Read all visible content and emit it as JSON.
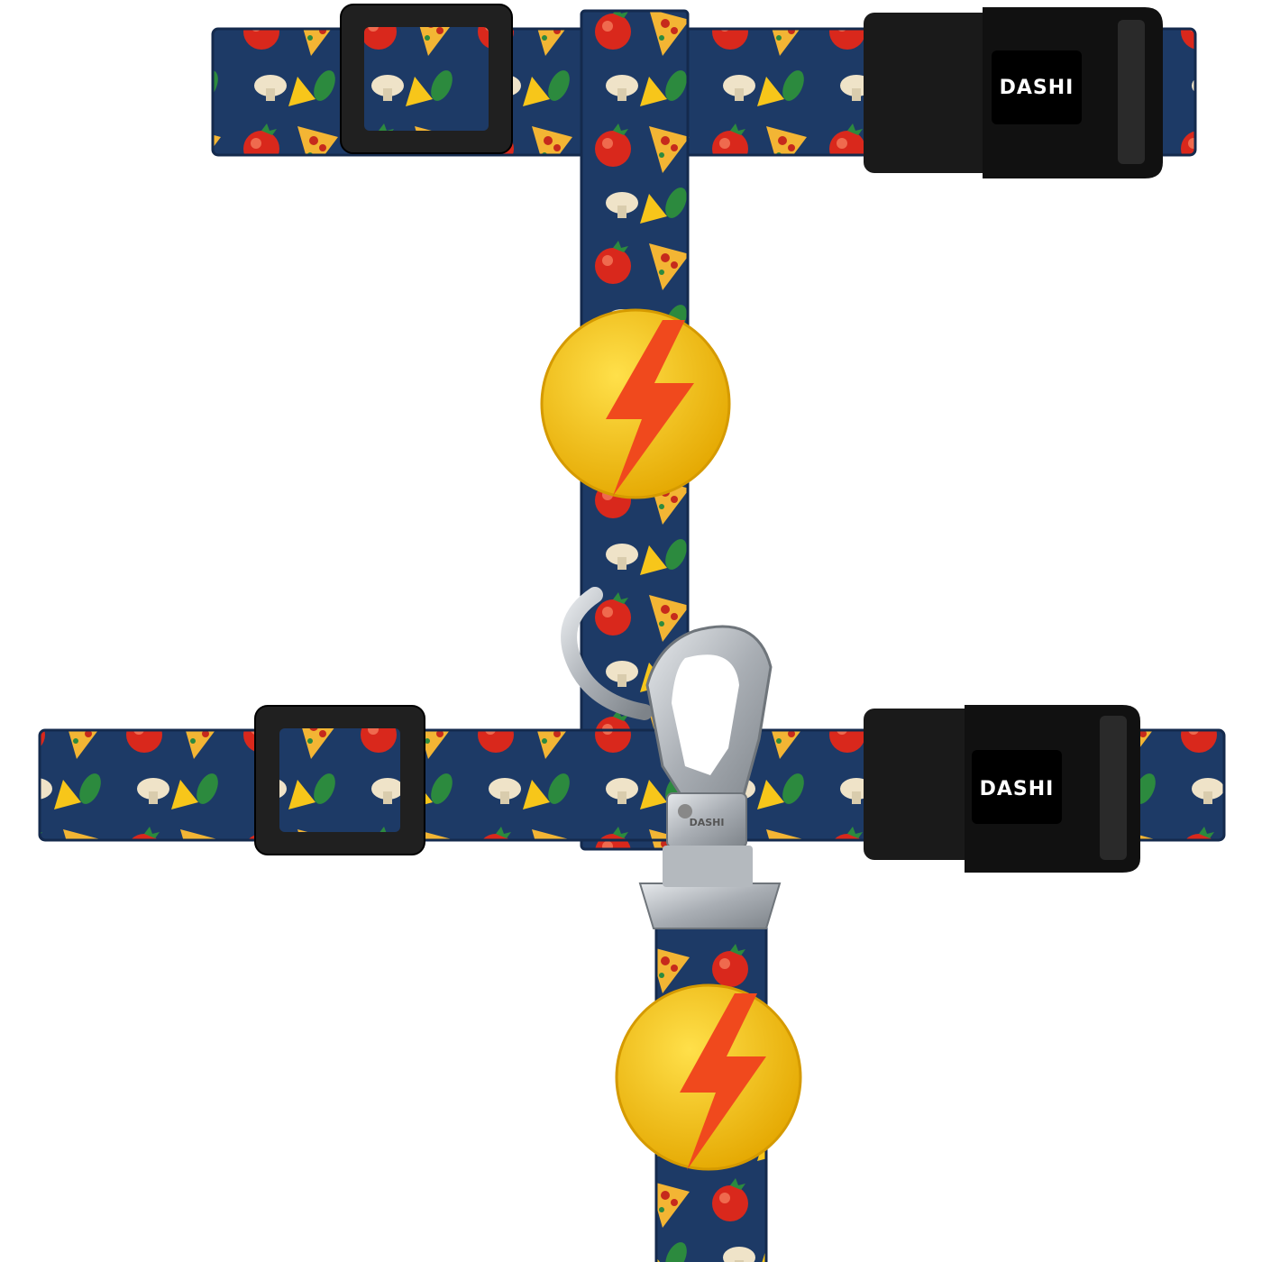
{
  "product": {
    "brand_mark": "DASHI",
    "buckle_logo_top": "DASHI",
    "buckle_logo_bottom": "DASHI",
    "hook_logo": "DASHI"
  },
  "colors": {
    "background": "#ffffff",
    "strap_navy": "#1d3a66",
    "strap_navy_dark": "#142a4d",
    "buckle_black": "#1a1a1a",
    "slider_black": "#202020",
    "tag_yellow": "#f7c61a",
    "tag_yellow_dark": "#e4a700",
    "bolt_red": "#f0491d",
    "metal_silver": "#bfc4c9",
    "tomato_red": "#d9281c",
    "pizza_yellow": "#f3b534",
    "leaf_green": "#2c8a3e",
    "mushroom_beige": "#efe3c8"
  },
  "icons": {
    "tag_top": "lightning-bolt-icon",
    "tag_bottom": "lightning-bolt-icon",
    "hook": "snap-hook-icon",
    "ring": "d-ring-icon"
  }
}
